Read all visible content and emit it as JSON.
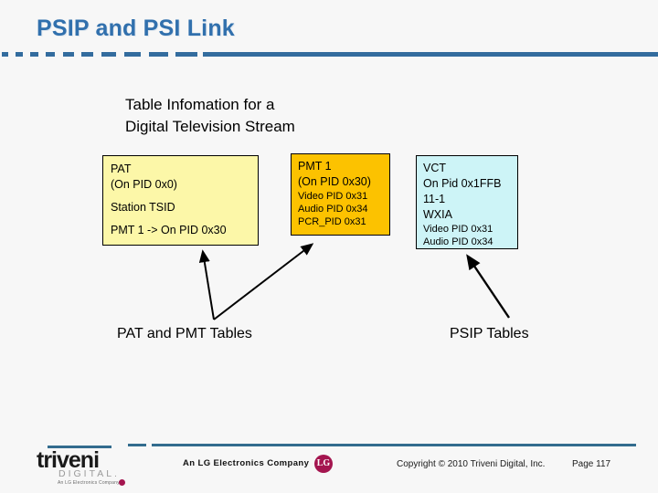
{
  "slide": {
    "title": "PSIP and PSI Link",
    "background_color": "#f7f7f7",
    "accent_color": "#3170ad"
  },
  "diagram": {
    "heading_line1": "Table Infomation for a",
    "heading_line2": "Digital Television Stream",
    "boxes": [
      {
        "name": "pat",
        "fill": "#fcf7a8",
        "lines": [
          "PAT",
          "(On PID 0x0)",
          "Station TSID",
          "PMT 1 -> On PID 0x30"
        ]
      },
      {
        "name": "pmt",
        "fill": "#fcc200",
        "lines": [
          "PMT 1",
          "(On PID 0x30)",
          "Video PID 0x31",
          "Audio PID 0x34",
          "PCR_PID 0x31"
        ]
      },
      {
        "name": "vct",
        "fill": "#cdf4f7",
        "lines": [
          "VCT",
          "On Pid 0x1FFB",
          "11-1",
          "WXIA",
          "Video PID 0x31",
          "Audio PID 0x34"
        ]
      }
    ],
    "callouts": {
      "left": "PAT and PMT Tables",
      "right": "PSIP Tables"
    }
  },
  "footer": {
    "logo_word": "triveni",
    "logo_sub": "DIGITAL.",
    "logo_tagline": "An LG Electronics Company",
    "lg_company": "An LG Electronics Company",
    "lg_mark": "LG",
    "copyright": "Copyright © 2010 Triveni Digital, Inc.",
    "page": "Page 117"
  }
}
